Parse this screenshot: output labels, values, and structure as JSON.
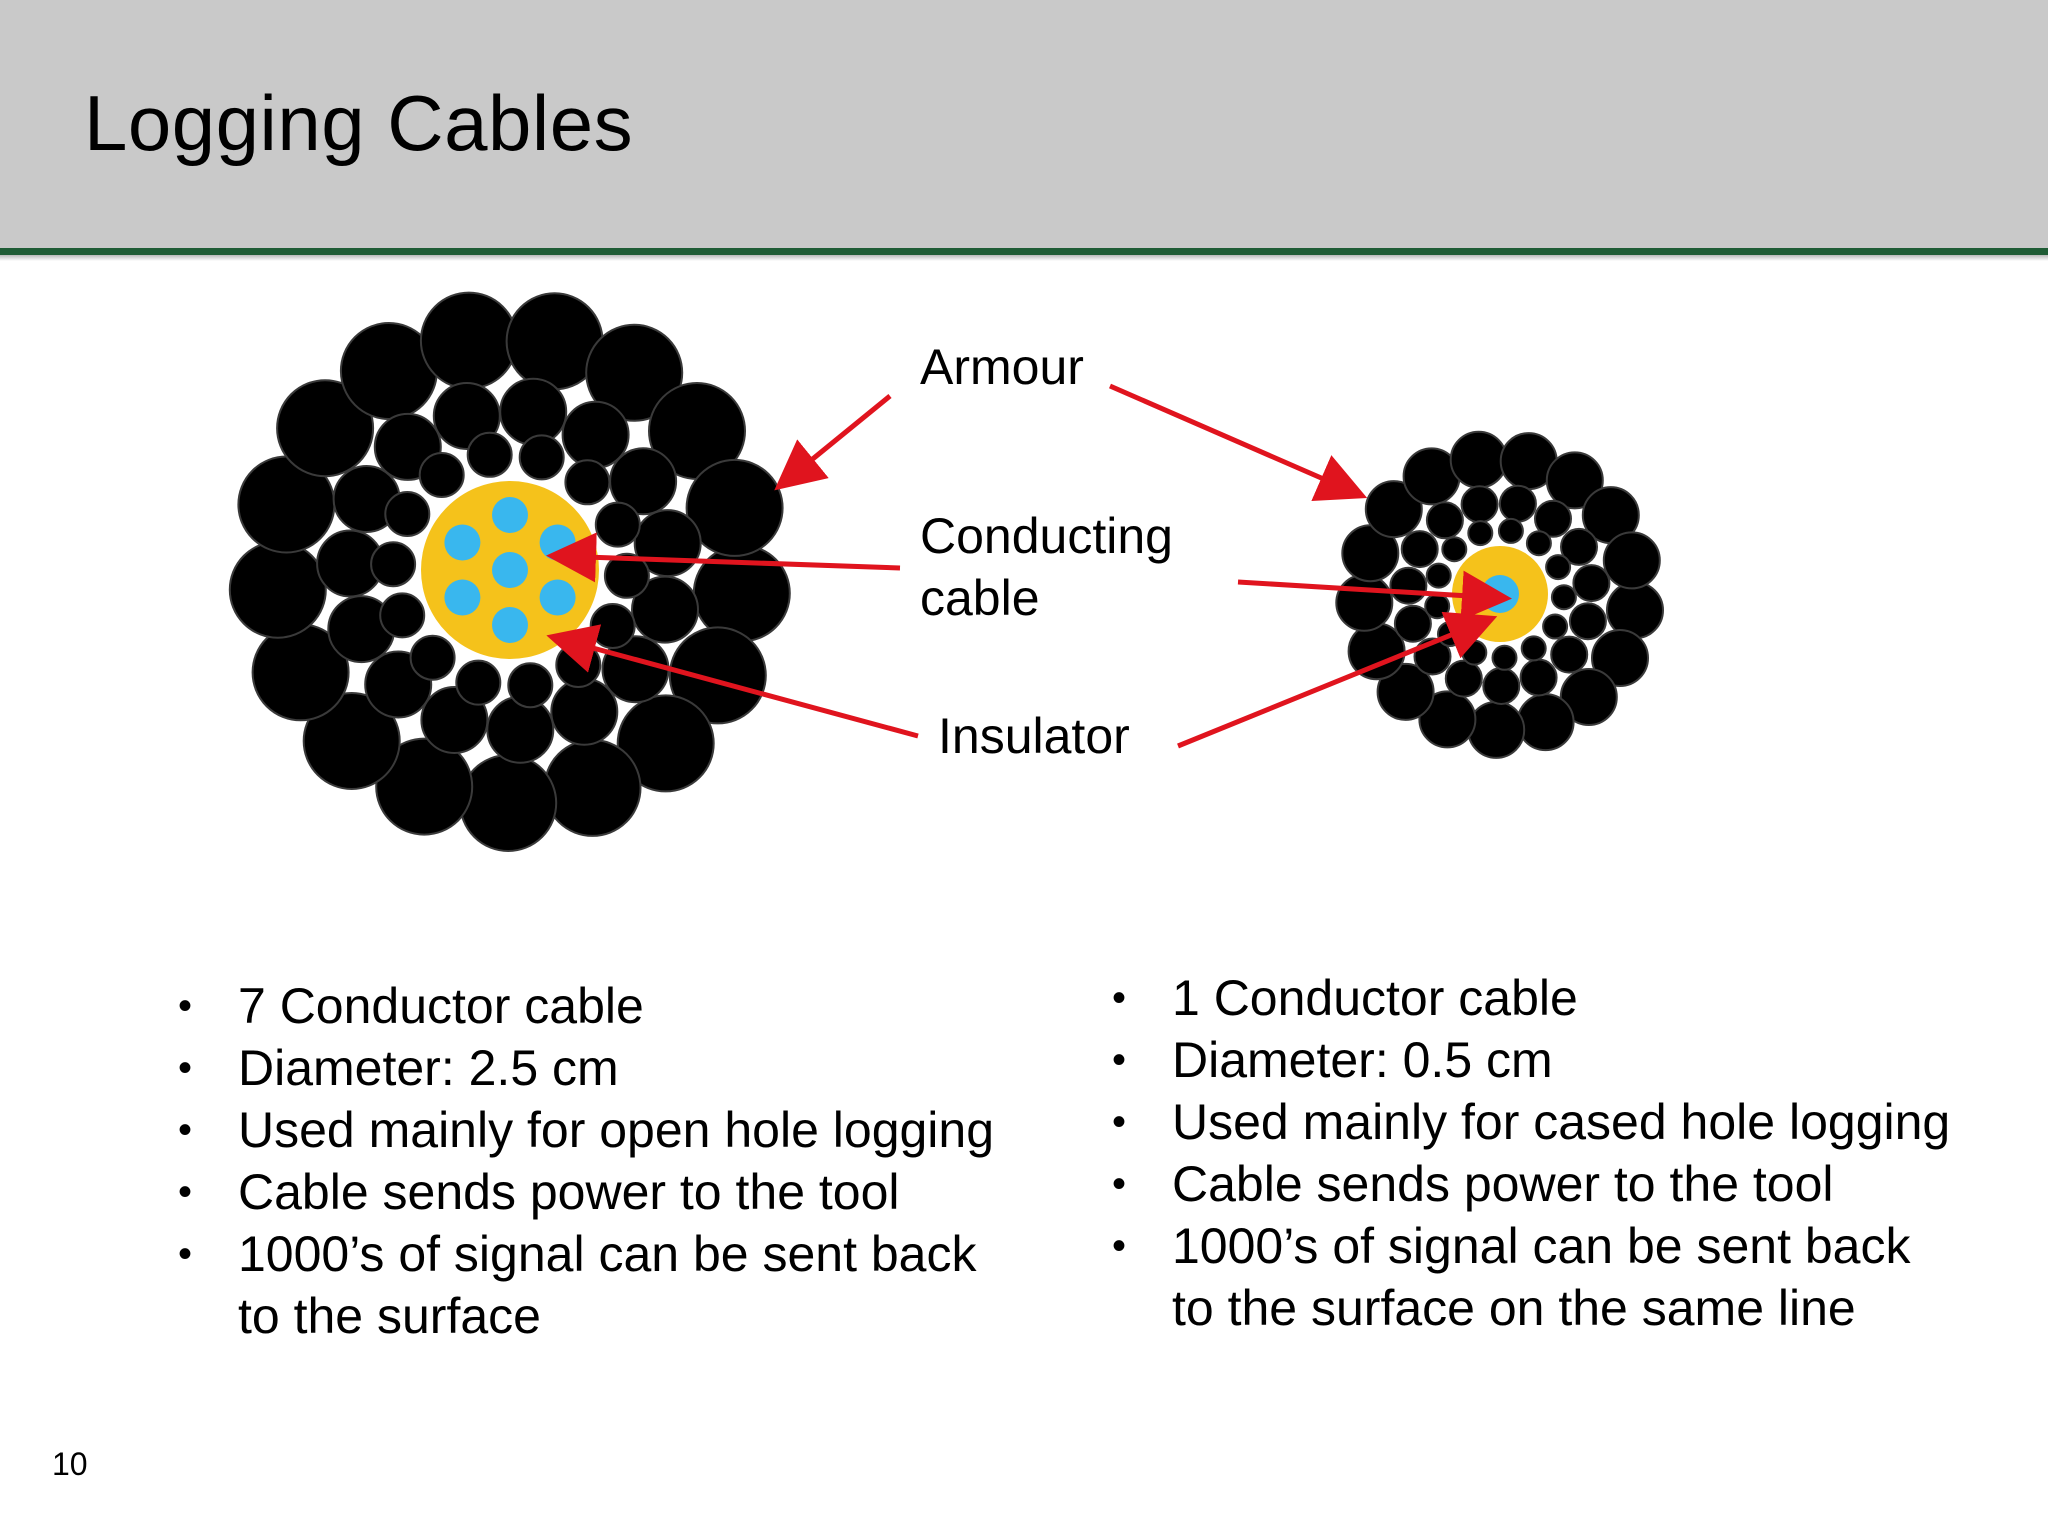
{
  "slide": {
    "title": "Logging Cables",
    "page_number": "10"
  },
  "colors": {
    "header_bg": "#c9c9c9",
    "header_rule": "#1f5c35",
    "armour": "#000000",
    "insulator": "#f5c21b",
    "conductor": "#39b7ee",
    "arrow": "#e0141e"
  },
  "labels": {
    "armour": "Armour",
    "conducting": "Conducting\ncable",
    "insulator": "Insulator"
  },
  "left_cable": {
    "conductor_count": 7,
    "bullets": [
      "7 Conductor cable",
      "Diameter: 2.5 cm",
      "Used mainly for open hole logging",
      "Cable sends power to the tool",
      "1000’s of signal can be sent back\nto the surface"
    ]
  },
  "right_cable": {
    "conductor_count": 1,
    "bullets": [
      "1 Conductor cable",
      "Diameter: 0.5 cm",
      "Used mainly for cased hole logging",
      "Cable sends power to the tool",
      "1000’s of signal can be sent back\nto the surface on the same line"
    ]
  },
  "bullet_glyph": "•"
}
